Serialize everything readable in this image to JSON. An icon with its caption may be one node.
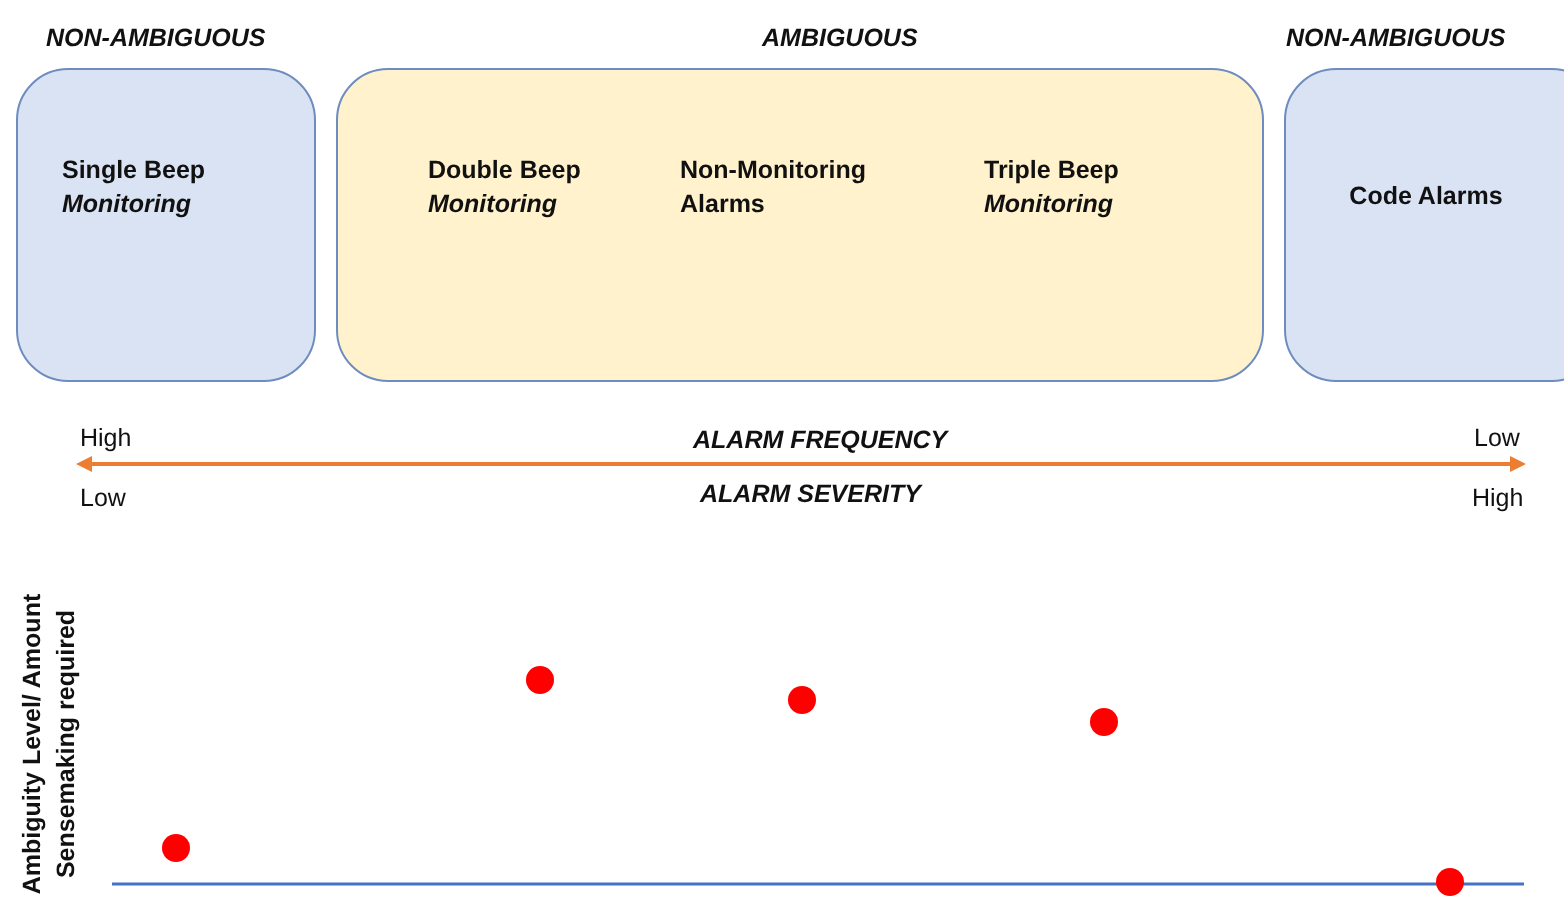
{
  "diagram": {
    "nodes": [
      {
        "text": [
          "NON-AMBIGUOUS",
          "Single Beep *Monitoring*"
        ]
      },
      {
        "text": [
          "AMBIGUOUS",
          "Double Beep *Monitoring*",
          "Non-Monitoring Alarms",
          "Triple Beep *Monitoring*"
        ]
      },
      {
        "text": [
          "NON-AMBIGUOUS",
          "Code Alarms"
        ]
      }
    ],
    "labels": [
      "High",
      "ALARM FREQUENCY",
      "Low",
      "Low",
      "ALARM SEVERITY",
      "High",
      "Ambiguity Level/ Amount Sensemaking required"
    ]
  }
}
